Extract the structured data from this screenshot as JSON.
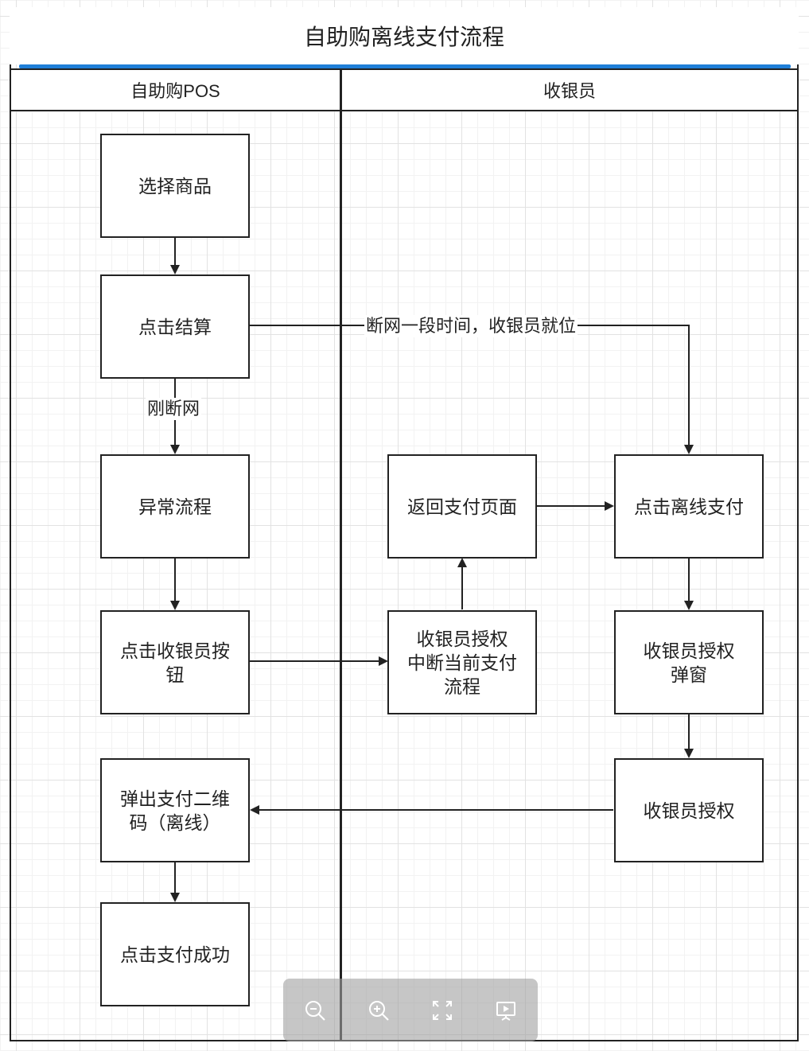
{
  "diagram": {
    "title": "自助购离线支付流程",
    "lanes": [
      {
        "id": "pos",
        "label": "自助购POS"
      },
      {
        "id": "cashier",
        "label": "收银员"
      }
    ],
    "nodes": [
      {
        "id": "n1",
        "label": "选择商品"
      },
      {
        "id": "n2",
        "label": "点击结算"
      },
      {
        "id": "n3",
        "label": "异常流程"
      },
      {
        "id": "n4",
        "label": "点击收银员按\n钮"
      },
      {
        "id": "n5",
        "label": "弹出支付二维\n码（离线）"
      },
      {
        "id": "n6",
        "label": "点击支付成功"
      },
      {
        "id": "n7",
        "label": "返回支付页面"
      },
      {
        "id": "n8",
        "label": "收银员授权\n中断当前支付\n流程"
      },
      {
        "id": "n9",
        "label": "点击离线支付"
      },
      {
        "id": "n10",
        "label": "收银员授权\n弹窗"
      },
      {
        "id": "n11",
        "label": "收银员授权"
      }
    ],
    "edge_labels": {
      "e2_9": "断网一段时间，收银员就位",
      "e2_3": "刚断网"
    }
  },
  "colors": {
    "accent": "#1f7fd8",
    "stroke": "#222222"
  },
  "toolbar": {
    "buttons": [
      {
        "icon": "zoom-out-icon"
      },
      {
        "icon": "zoom-in-icon"
      },
      {
        "icon": "fullscreen-icon"
      },
      {
        "icon": "present-icon"
      }
    ]
  }
}
